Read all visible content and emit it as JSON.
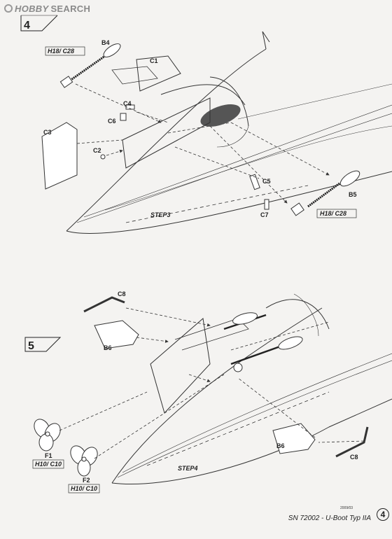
{
  "watermark": {
    "brand_part1": "HOBBY",
    "brand_part2": "SEARCH"
  },
  "step4": {
    "number": "4",
    "caption": "STEP3",
    "labels": {
      "b4": "B4",
      "c1": "C1",
      "c4": "C4",
      "c6": "C6",
      "c3": "C3",
      "c2": "C2",
      "c5": "C5",
      "c7": "C7",
      "b5": "B5",
      "paint_top": "H18/ C28",
      "paint_right": "H18/ C28"
    }
  },
  "step5": {
    "number": "5",
    "caption": "STEP4",
    "labels": {
      "c8_top": "C8",
      "b6_top": "B6",
      "b6_bottom": "B6",
      "c8_bottom": "C8",
      "f1": "F1",
      "f2": "F2",
      "paint_f1": "H10/ C10",
      "paint_f2": "H10/ C10"
    }
  },
  "footer": {
    "text": "SN 72002 - U-Boot Typ IIA",
    "page_number": "4",
    "tiny_code": "2009/03"
  }
}
